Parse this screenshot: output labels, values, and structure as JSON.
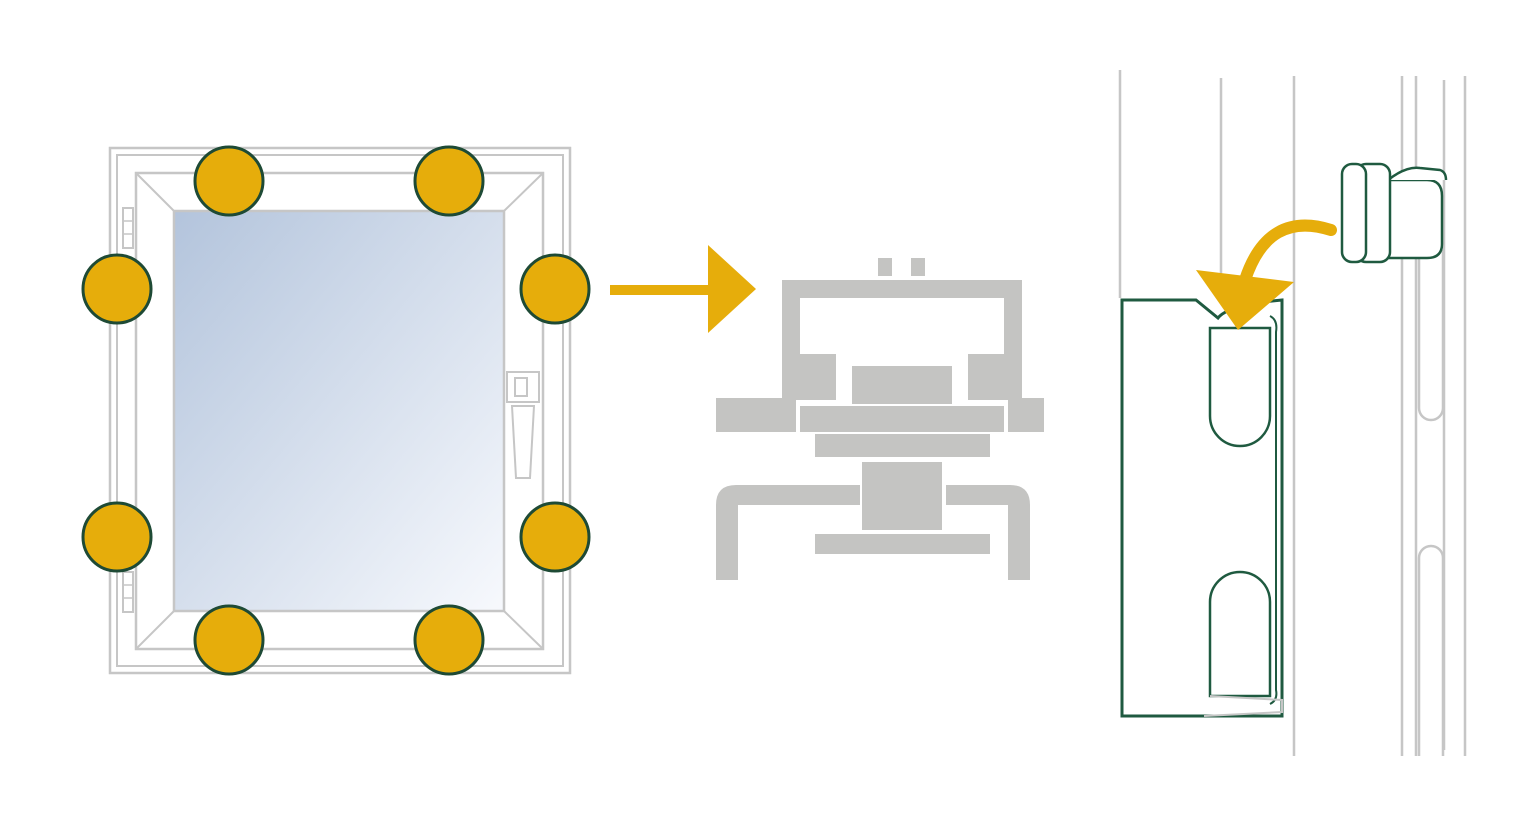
{
  "colors": {
    "background": "#ffffff",
    "frame_stroke": "#c6c6c6",
    "profile_gray": "#c4c4c2",
    "marker_fill": "#e6ad0b",
    "marker_stroke": "#1e4a35",
    "arrow": "#e6ad0b",
    "glass_light": "#f7f9fd",
    "glass_dark": "#b3c4dc",
    "bracket_stroke": "#1f5a40"
  },
  "icons": {
    "window": "window-frame-icon",
    "marker": "fixing-point-marker-icon",
    "arrow": "right-arrow-icon",
    "profile": "window-profile-section-icon",
    "detail": "frame-clip-detail-icon",
    "curved_arrow": "curved-insert-arrow-icon",
    "clip": "clip-part-icon"
  },
  "fixing_points": [
    {
      "name": "marker-top-left"
    },
    {
      "name": "marker-top-right"
    },
    {
      "name": "marker-left-upper"
    },
    {
      "name": "marker-right-upper"
    },
    {
      "name": "marker-left-lower"
    },
    {
      "name": "marker-right-lower"
    },
    {
      "name": "marker-bottom-left"
    },
    {
      "name": "marker-bottom-right"
    }
  ]
}
